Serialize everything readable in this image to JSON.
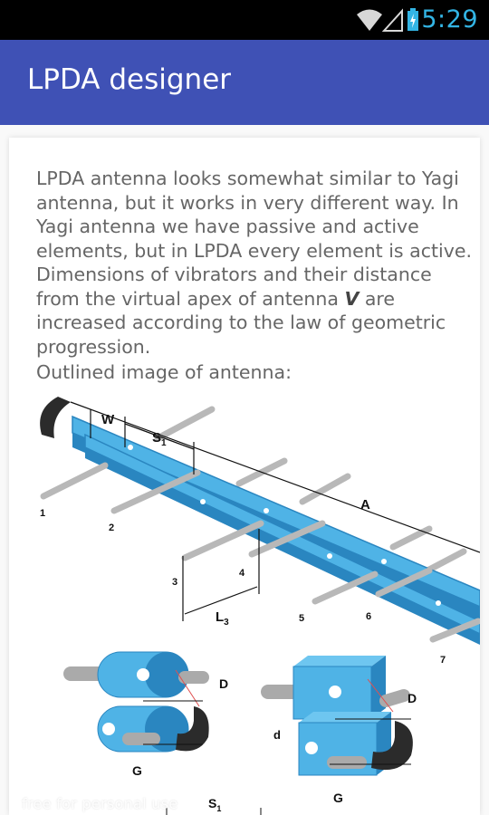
{
  "status_bar": {
    "time": "5:29",
    "icons": [
      "wifi-icon",
      "signal-icon",
      "battery-charging-icon"
    ],
    "color": "#33b5e5"
  },
  "app_bar": {
    "title": "LPDA designer",
    "color": "#3f51b5"
  },
  "content": {
    "paragraph_before_v": "LPDA antenna looks somewhat similar to Yagi antenna, but it works in very different way. In Yagi antenna we have passive and active elements, but in LPDA every element is active. Dimensions of vibrators and their distance from the virtual apex of antenna ",
    "apex_symbol": "V",
    "paragraph_after_v": " are increased according to the law of geometric progression.",
    "caption": "Outlined image of antenna:"
  },
  "diagram": {
    "labels": {
      "w": "W",
      "s1": "S",
      "s1_sub": "1",
      "a": "A",
      "l3": "L",
      "l3_sub": "3",
      "d_left": "D",
      "g_left": "G",
      "d_right": "D",
      "d_small": "d",
      "g_right": "G",
      "s1_bottom": "S",
      "s1_bottom_sub": "1",
      "n1": "1",
      "n2": "2",
      "n3": "3",
      "n4": "4",
      "n5": "5",
      "n6": "6",
      "n7": "7"
    },
    "colors": {
      "boom": "#4fb3e6",
      "boom_dark": "#2a86c0",
      "element": "#b8b8b8",
      "cable": "#2b2b2b"
    }
  },
  "watermark": "free for personal use"
}
